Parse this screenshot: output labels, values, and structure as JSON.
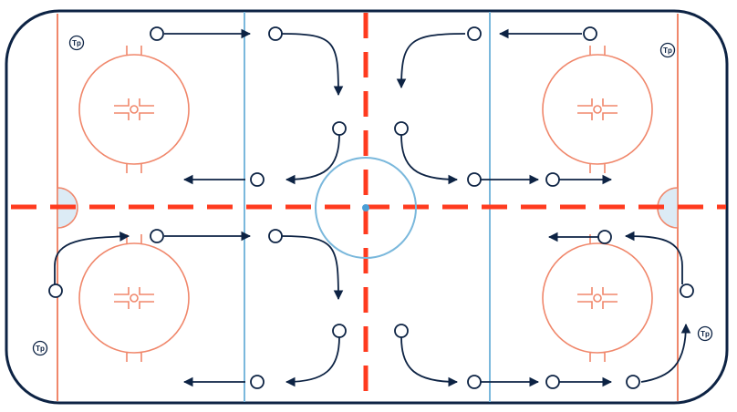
{
  "diagram": {
    "colors": {
      "boards": "#0d2344",
      "goal_line": "#f0876b",
      "blue_line": "#7ab8dc",
      "center_line": "#ff3b1f",
      "circle": "#f0876b",
      "crease": "#dcebf5",
      "player": "#0d2344",
      "center_dot": "#4a9fd6"
    },
    "labels": {
      "tp_top_left": "Tp",
      "tp_top_right": "Tp",
      "tp_bottom_left": "Tp",
      "tp_bottom_right": "Tp"
    },
    "icons": [
      "player-marker-icon",
      "arrow-head-icon",
      "faceoff-dot-icon"
    ]
  }
}
